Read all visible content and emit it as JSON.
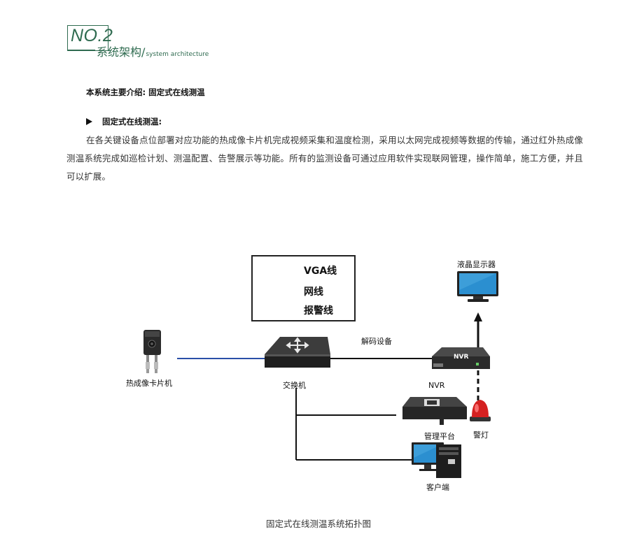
{
  "header": {
    "badge": "NO.2",
    "title_cn": "系统架构/",
    "title_en": "system architecture"
  },
  "intro": "本系统主要介绍: 固定式在线测温",
  "section": {
    "heading": "固定式在线测温:",
    "paragraph": "在各关键设备点位部署对应功能的热成像卡片机完成视频采集和温度检测，采用以太网完成视频等数据的传输，通过红外热成像测温系统完成如巡检计划、测温配置、告警展示等功能。所有的监测设备可通过应用软件实现联网管理，操作简单，施工方便，并且可以扩展。"
  },
  "diagram": {
    "legend": {
      "vga": "VGA线",
      "network": "网线",
      "alarm": "报警线"
    },
    "nodes": {
      "camera": "热成像卡片机",
      "switch": "交换机",
      "decoder": "解码设备",
      "nvr_device_label": "NVR",
      "nvr_caption": "NVR",
      "lcd": "液晶显示器",
      "platform": "管理平台",
      "alarm_light": "警灯",
      "client": "客户端"
    },
    "colors": {
      "network_line": "#2a4fa8",
      "vga_line": "#111111",
      "alarm_line": "#111111",
      "alarm_light": "#d42020",
      "monitor_screen": "#2b8fd0"
    }
  },
  "caption": "固定式在线测温系统拓扑图"
}
